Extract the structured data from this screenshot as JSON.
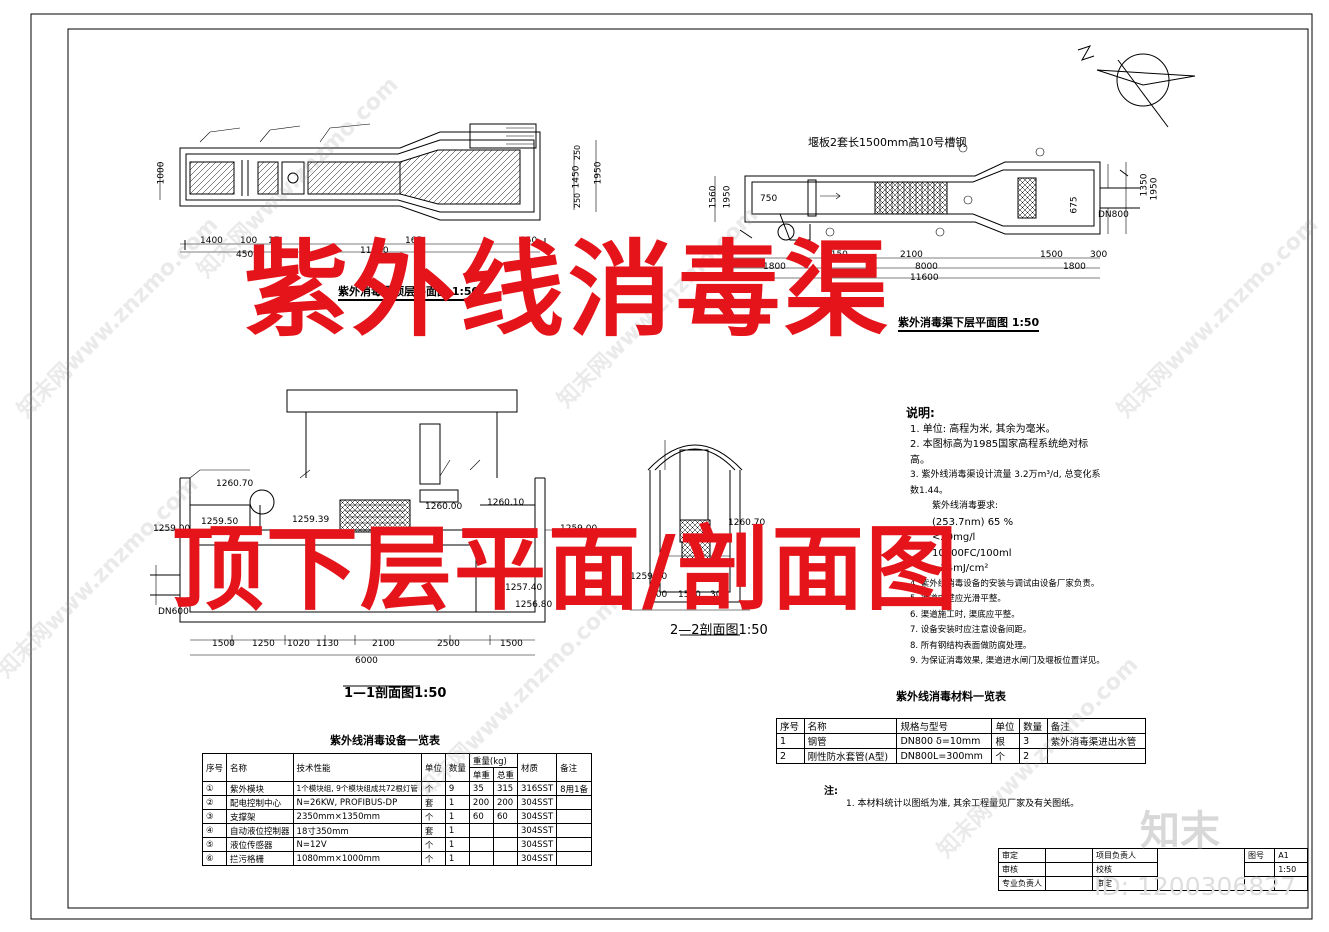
{
  "overlay": {
    "title_line1": "紫外线消毒渠",
    "title_line2": "顶下层平面/剖面图"
  },
  "watermark": {
    "text": "知末网www.znzmo.com",
    "brand": "知末",
    "id": "ID: 1200306827"
  },
  "views": {
    "top_plan": {
      "title": "紫外消毒渠顶层平面图 1:50",
      "dims": [
        "1400",
        "100",
        "17",
        "11600",
        "165",
        "250",
        "450"
      ],
      "vdims": [
        "1000",
        "1450",
        "1950",
        "250",
        "250"
      ]
    },
    "lower_plan": {
      "title": "紫外消毒渠下层平面图 1:50",
      "note": "堰板2套长1500mm高10号槽钢",
      "dims_row1": [
        "750",
        "2150",
        "2100",
        "1500",
        "300"
      ],
      "dims_row2": [
        "1800",
        "8000",
        "1800"
      ],
      "total": "11600",
      "pipe": "DN800",
      "vdims": [
        "1350",
        "1950",
        "675",
        "1560",
        "1950"
      ]
    },
    "section_1": {
      "title": "1—1剖面图1:50",
      "elevations": [
        "1260.70",
        "1259.50",
        "1259.00",
        "1259.39",
        "1260.00",
        "1260.10",
        "1259.00",
        "1257.40",
        "1256.80"
      ],
      "dims": [
        "1500",
        "1250",
        "1020",
        "1130",
        "2100",
        "2500",
        "1500"
      ],
      "total": "6000",
      "pipe": "DN600"
    },
    "section_2": {
      "title": "2—2剖面图1:50",
      "elevations": [
        "1260.70",
        "1259.00"
      ],
      "dims": [
        "300",
        "1500",
        "300"
      ]
    }
  },
  "notes": {
    "heading": "说明:",
    "items": [
      "1. 单位: 高程为米, 其余为毫米。",
      "2. 本图标高为1985国家高程系统绝对标高。",
      "3. 紫外线消毒渠设计流量 3.2万m³/d, 总变化系数1.44。",
      "紫外线消毒要求:",
      "(253.7nm) 65 %",
      "<20mg/l",
      "10000FC/100ml",
      "≥24mJ/cm²",
      "4. 紫外线消毒设备的安装与调试由设备厂家负责。",
      "5. 渠道内壁应光滑平整。",
      "6. 渠道施工时, 渠底应平整。",
      "7. 设备安装时应注意设备间距。",
      "8. 所有钢结构表面做防腐处理。",
      "9. 为保证消毒效果, 渠道进水闸门及堰板位置详见。"
    ]
  },
  "equipment_table": {
    "title": "紫外线消毒设备一览表",
    "headers": [
      "序号",
      "名称",
      "技术性能",
      "单位",
      "数量",
      "单重",
      "总重",
      "材质",
      "备注"
    ],
    "weight_header": "重量(kg)",
    "rows": [
      [
        "①",
        "紫外模块",
        "1个模块组, 9个模块组成共72根灯管",
        "个",
        "9",
        "35",
        "315",
        "316SST",
        "8用1备"
      ],
      [
        "②",
        "配电控制中心",
        "N=26KW, PROFIBUS-DP",
        "套",
        "1",
        "200",
        "200",
        "304SST",
        ""
      ],
      [
        "③",
        "支撑架",
        "2350mm×1350mm",
        "个",
        "1",
        "60",
        "60",
        "304SST",
        ""
      ],
      [
        "④",
        "自动液位控制器",
        "18寸350mm",
        "套",
        "1",
        "",
        "",
        "304SST",
        ""
      ],
      [
        "⑤",
        "液位传感器",
        "N=12V",
        "个",
        "1",
        "",
        "",
        "304SST",
        ""
      ],
      [
        "⑥",
        "拦污格栅",
        "1080mm×1000mm",
        "个",
        "1",
        "",
        "",
        "304SST",
        ""
      ]
    ]
  },
  "material_table": {
    "title": "紫外线消毒材料一览表",
    "headers": [
      "序号",
      "名称",
      "规格与型号",
      "单位",
      "数量",
      "备注"
    ],
    "rows": [
      [
        "1",
        "钢管",
        "DN800 δ=10mm",
        "根",
        "3",
        "紫外消毒渠进出水管"
      ],
      [
        "2",
        "刚性防水套管(A型)",
        "DN800L=300mm",
        "个",
        "2",
        ""
      ]
    ],
    "note_label": "注:",
    "note": "1. 本材料统计以图纸为准, 其余工程量见厂家及有关图纸。"
  },
  "title_block": {
    "r1": [
      "审定",
      "项目负责人"
    ],
    "r2": [
      "审核",
      "",
      "校核"
    ],
    "r3": [
      "专业负责人",
      "",
      "审定"
    ],
    "sheet_label": "图号",
    "sheet_no": "A1",
    "scale": "1:50"
  }
}
